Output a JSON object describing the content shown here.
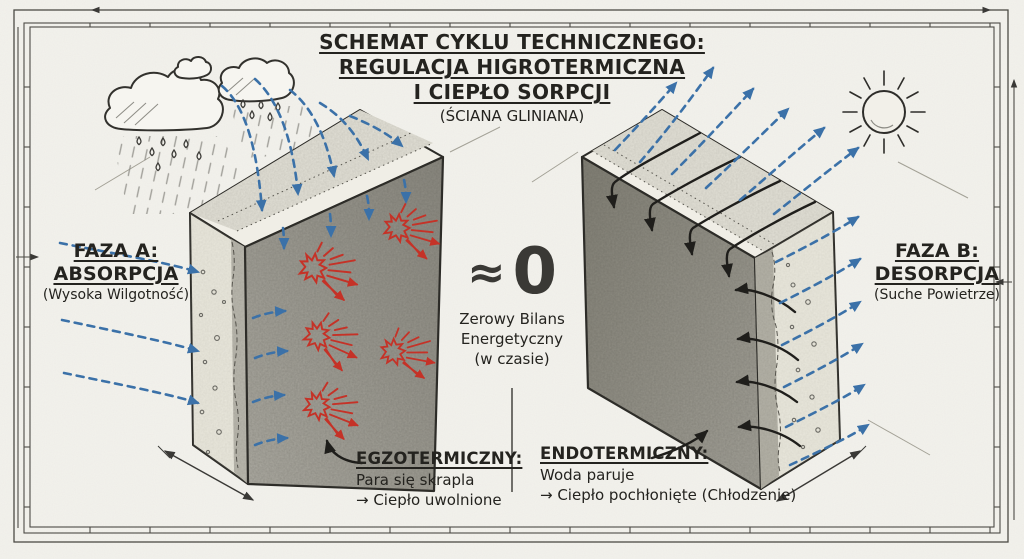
{
  "title": {
    "line1": "SCHEMAT CYKLU TECHNICZNEGO:",
    "line2": "REGULACJA HIGROTERMICZNA",
    "line3": "I CIEPŁO SORPCJI",
    "subtitle": "(ŚCIANA GLINIANA)"
  },
  "phase_a": {
    "line1": "FAZA A:",
    "line2": "ABSORPCJA",
    "note": "(Wysoka Wilgotność)"
  },
  "phase_b": {
    "line1": "FAZA B:",
    "line2": "DESORPCJA",
    "note": "(Suche Powietrze)"
  },
  "balance": {
    "approx_symbol": "≈",
    "zero_symbol": "0",
    "caption_line1": "Zerowy Bilans",
    "caption_line2": "Energetyczny",
    "caption_line3": "(w czasie)"
  },
  "exothermic": {
    "heading": "EGZOTERMICZNY:",
    "line1": "Para się skrapla",
    "line2": "→ Ciepło uwolnione"
  },
  "endothermic": {
    "heading": "ENDOTERMICZNY:",
    "line1": "Woda paruje",
    "line2": "→ Ciepło pochłonięte (Chłodzenie)"
  },
  "icons": {
    "rain_cloud": "☁",
    "raindrop": "💧",
    "sun": "☀",
    "heat_burst": "✶",
    "moisture_arrow_in": "⇘ (dashed blue)",
    "moisture_arrow_out": "⇗ (dashed blue)",
    "water_flow_arrow": "⤵ (solid black)"
  },
  "colors": {
    "paper": "#f4f3ee",
    "ink": "#2b2a26",
    "moisture_blue": "#3b71a8",
    "heat_red": "#c53227",
    "clay_gray": "#9b9990",
    "plaster_light": "#eceadf"
  }
}
